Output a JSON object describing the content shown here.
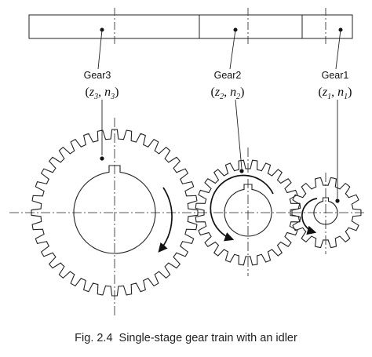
{
  "gears": [
    {
      "label": "Gear3",
      "z": "z",
      "zsub": "3",
      "n": "n",
      "nsub": "3"
    },
    {
      "label": "Gear2",
      "z": "z",
      "zsub": "2",
      "n": "n",
      "nsub": "2"
    },
    {
      "label": "Gear1",
      "z": "z",
      "zsub": "1",
      "n": "n",
      "nsub": "1"
    }
  ],
  "caption": {
    "number": "Fig. 2.4",
    "text": "Single-stage gear train with an idler"
  }
}
